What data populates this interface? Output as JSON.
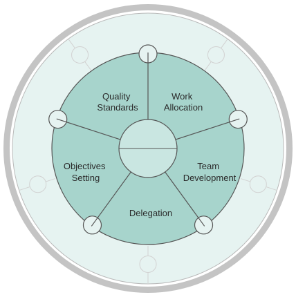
{
  "diagram": {
    "segments": [
      {
        "name": "segment-quality-standards",
        "lines": [
          "Quality",
          "Standards"
        ]
      },
      {
        "name": "segment-work-allocation",
        "lines": [
          "Work",
          "Allocation"
        ]
      },
      {
        "name": "segment-team-development",
        "lines": [
          "Team",
          "Development"
        ]
      },
      {
        "name": "segment-delegation",
        "lines": [
          "Delegation"
        ]
      },
      {
        "name": "segment-objectives-setting",
        "lines": [
          "Objectives",
          "Setting"
        ]
      }
    ],
    "colors": {
      "outer_ring": "#c4c4c4",
      "outer_fill": "#e6f3f1",
      "segment_fill": "#a7d4cc",
      "hub_fill": "#c9e6e1",
      "lines": "#555555",
      "puzzle_outline": "#d2d2d2"
    }
  }
}
